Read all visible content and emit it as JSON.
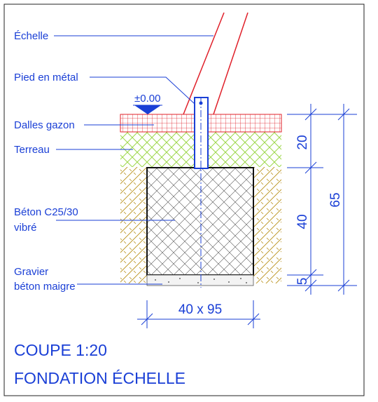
{
  "labels": {
    "echelle": "Échelle",
    "pied": "Pied en métal",
    "level": "±0.00",
    "dalles": "Dalles gazon",
    "terreau": "Terreau",
    "beton_line1": "Béton C25/30",
    "beton_line2": "vibré",
    "gravier_line1": "Gravier",
    "gravier_line2": "béton maigre"
  },
  "dimensions": {
    "d20": "20",
    "d40": "40",
    "d5": "5",
    "d65": "65",
    "width": "40 x 95"
  },
  "title": {
    "line1": "COUPE  1:20",
    "line2": "FONDATION  ÉCHELLE"
  },
  "colors": {
    "blue": "#1a3fd6",
    "red": "#e0202a",
    "green": "#9dd84a",
    "earth": "#b8901a",
    "frame": "#222222"
  }
}
